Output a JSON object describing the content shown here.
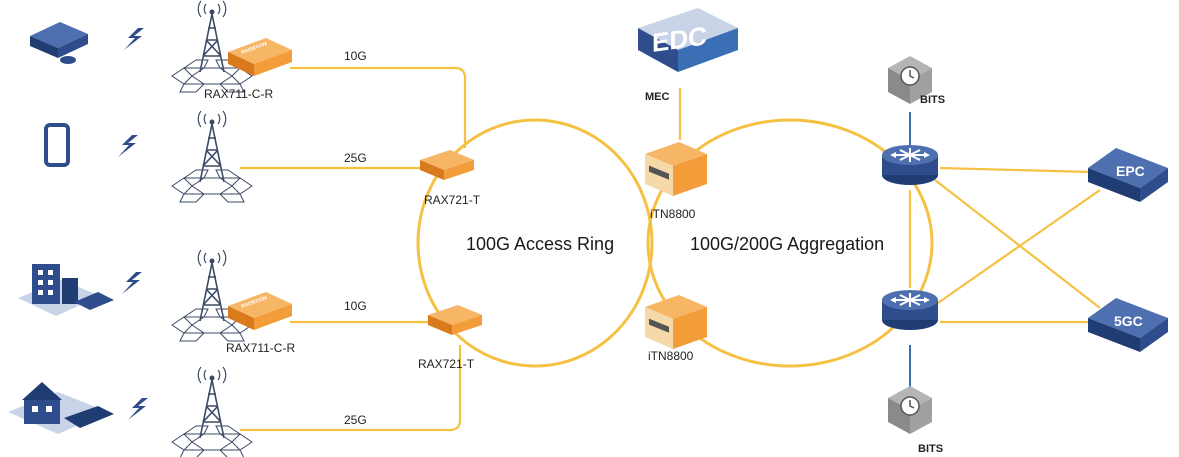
{
  "colors": {
    "link": "#f5c142",
    "device_orange": "#f29c3a",
    "device_blue": "#2f4d8c",
    "icon_gray": "#9a9a9a",
    "edc_blue": "#3a6fb5"
  },
  "labels": {
    "rax711_top": "RAX711-C-R",
    "rax711_bottom": "RAX711-C-R",
    "rax721_top": "RAX721-T",
    "rax721_bottom": "RAX721-T",
    "itn_top": "iTN8800",
    "itn_bottom": "iTN8800",
    "mec": "MEC",
    "edc": "EDC",
    "bits_top": "BITS",
    "bits_bottom": "BITS",
    "epc": "EPC",
    "fivegc": "5GC",
    "access_ring": "100G Access Ring",
    "aggregation": "100G/200G Aggregation",
    "link1": "10G",
    "link2": "25G",
    "link3": "10G",
    "link4": "25G",
    "brand": "RAISECOM"
  }
}
